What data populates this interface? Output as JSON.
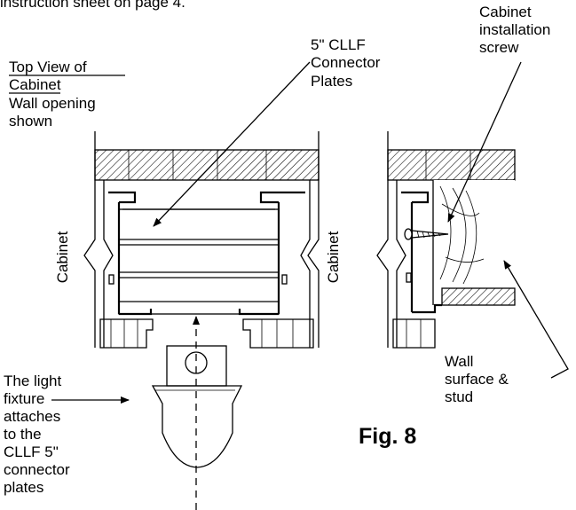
{
  "header_fragment": "instruction sheet on page 4.",
  "labels": {
    "top_view_line1": "Top View of",
    "top_view_line2": "Cabinet",
    "wall_opening_line1": "Wall opening",
    "wall_opening_line2": "shown",
    "plates_line1": "5\" CLLF",
    "plates_line2": "Connector",
    "plates_line3": "Plates",
    "screw_line1": "Cabinet",
    "screw_line2": "installation",
    "screw_line3": "screw",
    "cabinet_left": "Cabinet",
    "cabinet_right": "Cabinet",
    "fixture_line1": "The light",
    "fixture_line2": "fixture",
    "fixture_line3": "attaches",
    "fixture_line4": "to the",
    "fixture_line5": "CLLF 5\"",
    "fixture_line6": "connector",
    "fixture_line7": "plates",
    "wall_line1": "Wall",
    "wall_line2": "surface &",
    "wall_line3": "stud",
    "figure": "Fig. 8"
  }
}
